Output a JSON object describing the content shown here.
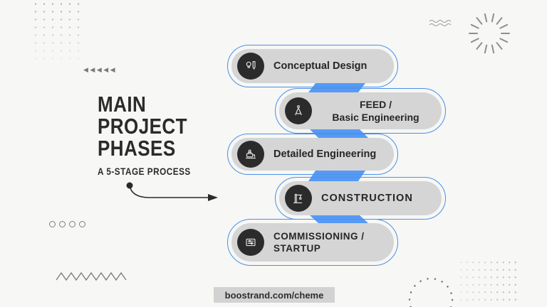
{
  "title": {
    "lines": [
      "MAIN",
      "PROJECT",
      "PHASES"
    ],
    "subtitle": "A 5-STAGE PROCESS"
  },
  "stages": [
    {
      "icon": "sketch-idea-icon",
      "lines": [
        "Conceptual Design"
      ]
    },
    {
      "icon": "drafting-compass-icon",
      "lines": [
        "FEED /",
        "Basic Engineering"
      ]
    },
    {
      "icon": "machinery-icon",
      "lines": [
        "Detailed Engineering"
      ]
    },
    {
      "icon": "crane-icon",
      "lines": [
        "CONSTRUCTION"
      ]
    },
    {
      "icon": "control-panel-icon",
      "lines": [
        "COMMISSIONING /",
        "STARTUP"
      ]
    }
  ],
  "footer": {
    "url": "boostrand.com/cheme"
  },
  "decorations": {
    "left_arrows": "◀◀◀◀◀"
  },
  "colors": {
    "background": "#f7f7f5",
    "band_blue": "#569af5",
    "outline_blue": "#4a90e8",
    "pill_gray": "#d5d5d5",
    "icon_circle": "#2b2b2b",
    "text_dark": "#2b2b2b",
    "footer_bg": "#d2d2d2"
  }
}
